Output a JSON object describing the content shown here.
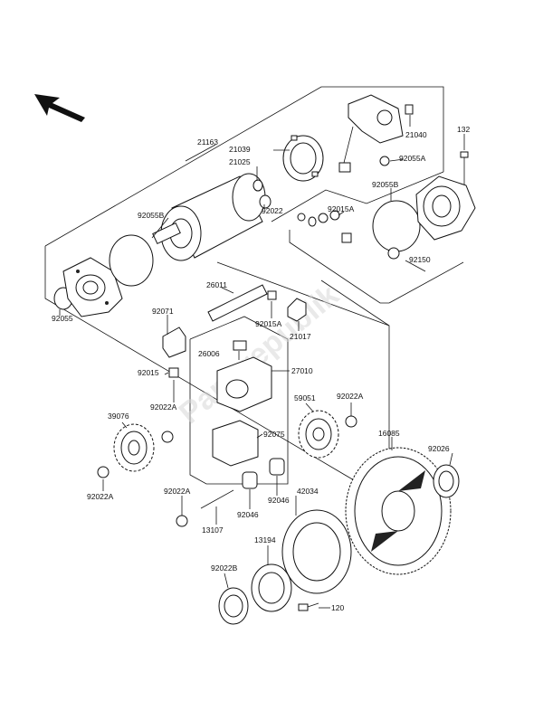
{
  "watermark": "Partsrepublik",
  "labels": {
    "p21163": "21163",
    "p21039": "21039",
    "p21025": "21025",
    "p21040": "21040",
    "p92055A_top": "92055A",
    "p132": "132",
    "p92055B_left": "92055B",
    "p92055B_right": "92055B",
    "p92022_top": "92022",
    "p92015A_top": "92015A",
    "p92150": "92150",
    "p92055": "92055",
    "p26011": "26011",
    "p92071": "92071",
    "p92015A_mid": "92015A",
    "p21017": "21017",
    "p26006": "26006",
    "p27010": "27010",
    "p92015": "92015",
    "p92022A_left": "92022A",
    "p39076": "39076",
    "p59051": "59051",
    "p92022A_right": "92022A",
    "p92075": "92075",
    "p16085": "16085",
    "p92026": "92026",
    "p92022A_bottomleft": "92022A",
    "p92022A_mid": "92022A",
    "p92046_a": "92046",
    "p92046_b": "92046",
    "p42034": "42034",
    "p13107": "13107",
    "p13194": "13194",
    "p92022B": "92022B",
    "p120": "120"
  }
}
